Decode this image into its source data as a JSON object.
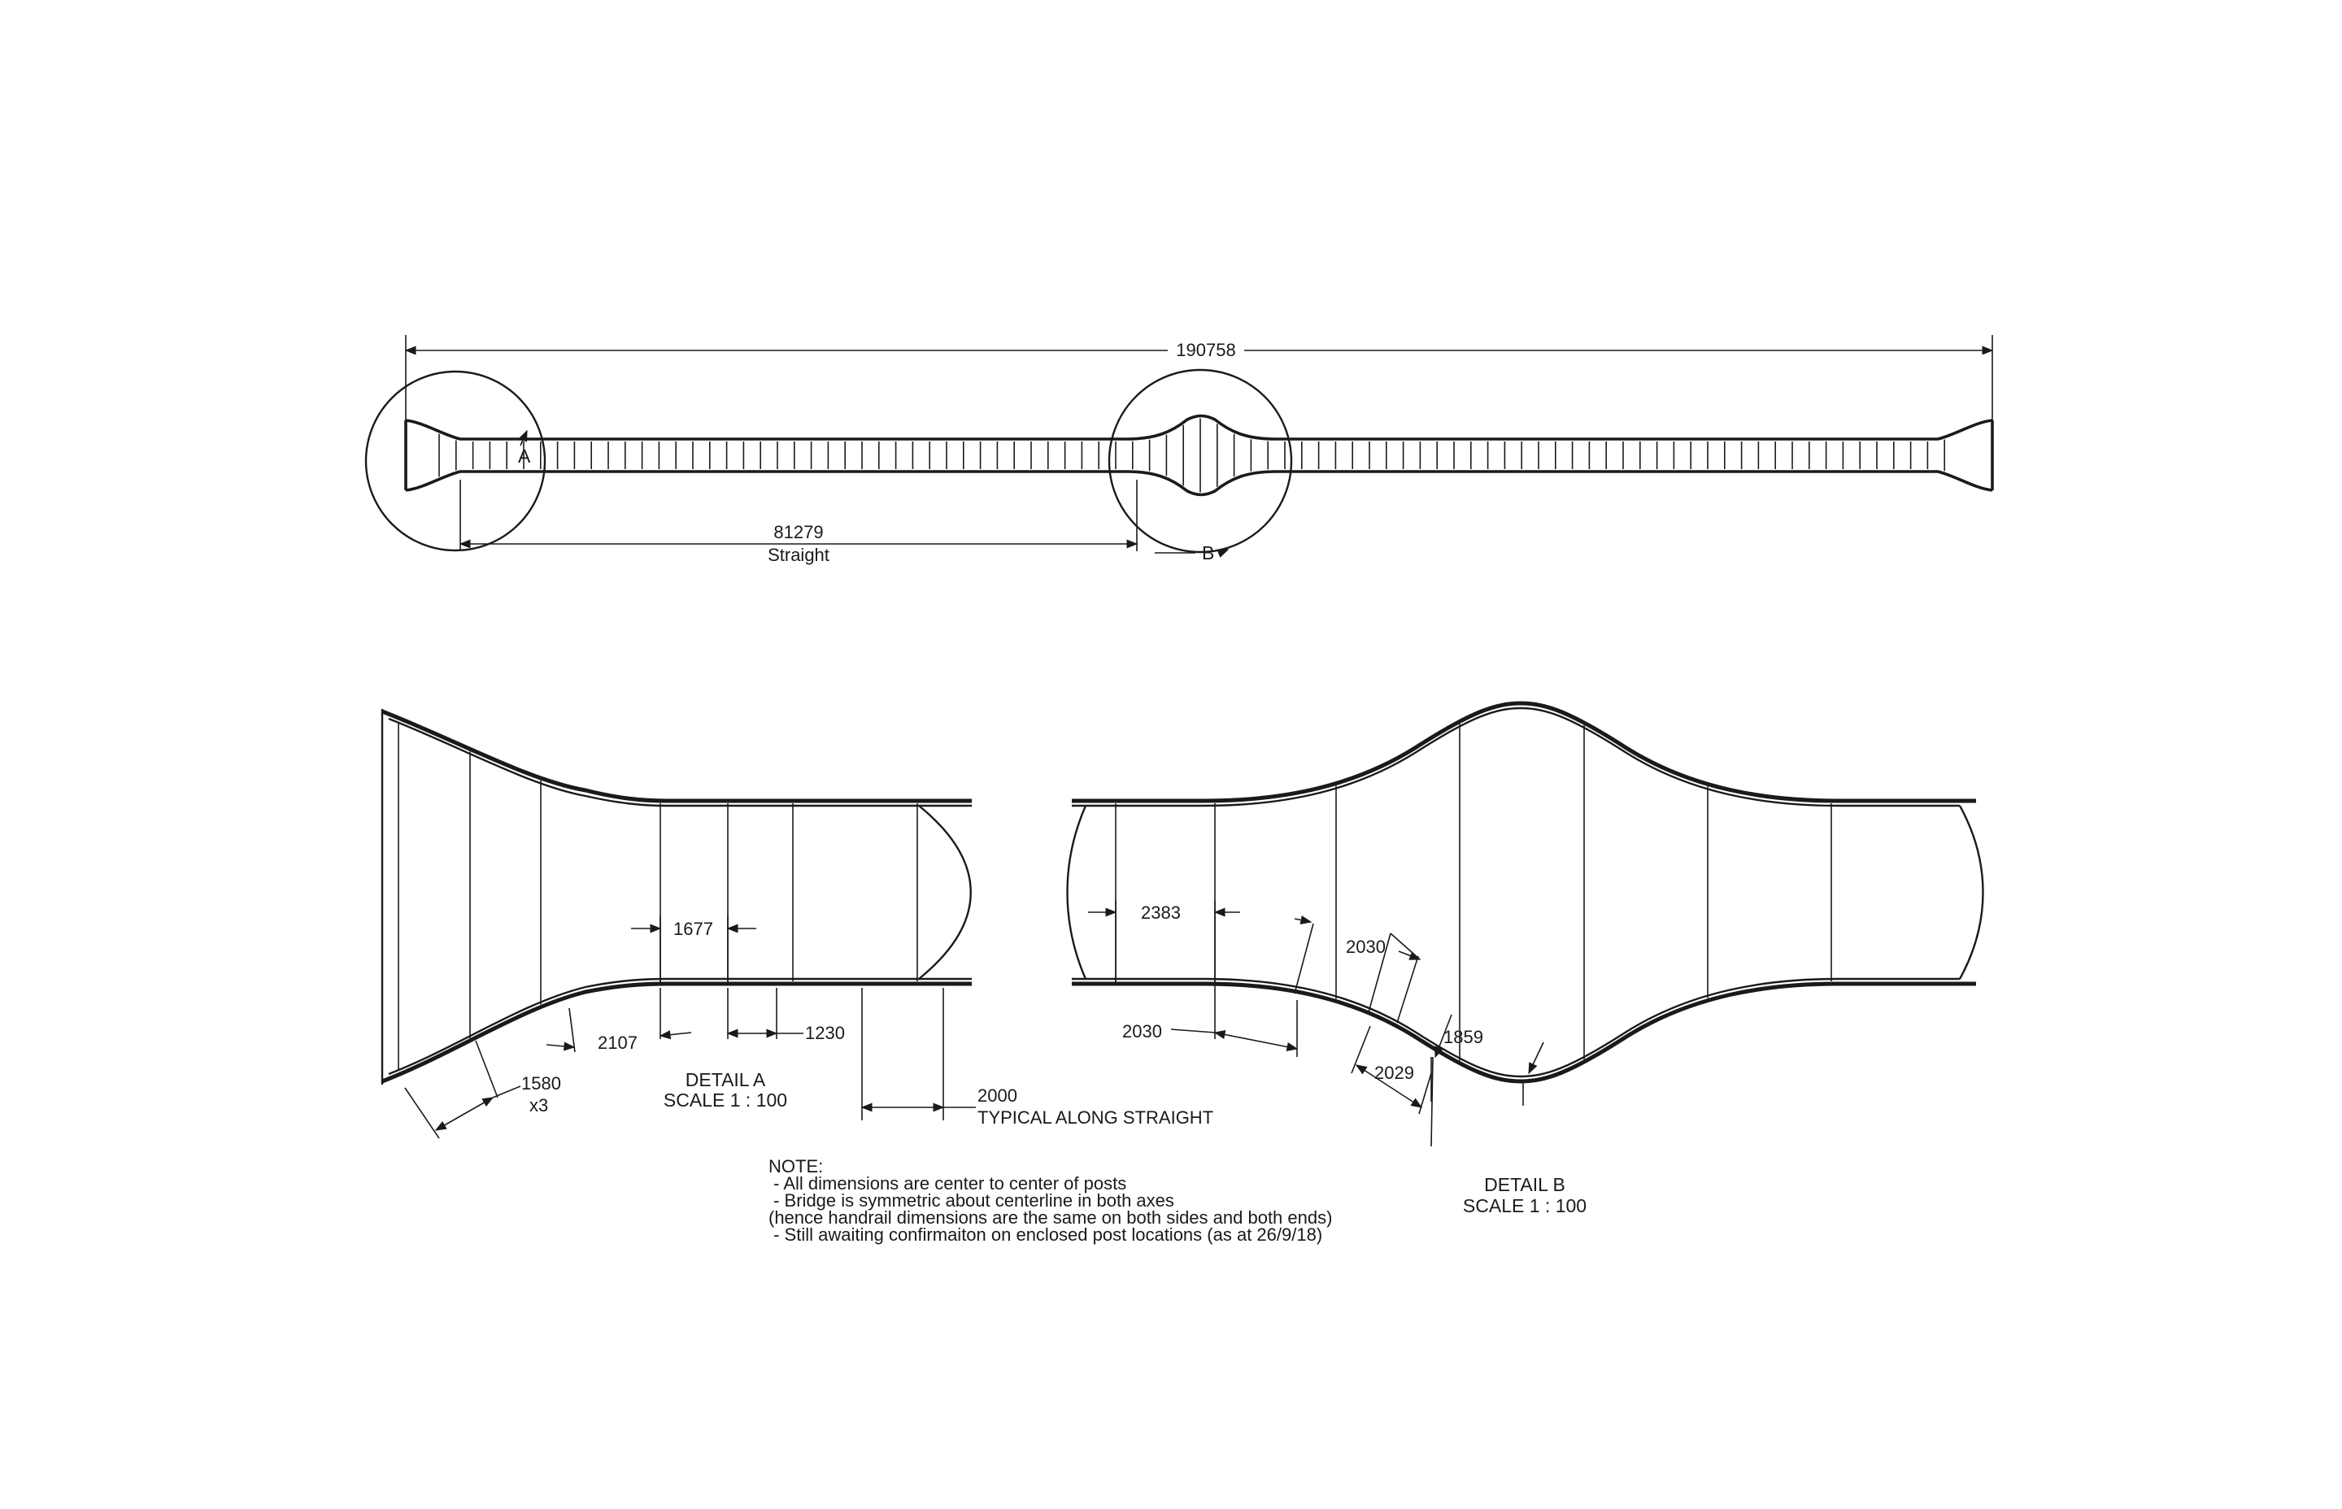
{
  "overall_view": {
    "overall_length": "190758",
    "straight_length": "81279",
    "straight_label": "Straight",
    "detail_a_marker": "A",
    "detail_b_marker": "B"
  },
  "detail_a": {
    "title": "DETAIL A",
    "scale": "SCALE 1 : 100",
    "dims": {
      "d1677": "1677",
      "d2107": "2107",
      "d1230": "1230",
      "d1580": "1580",
      "x3": "x3",
      "d2000": "2000",
      "typical": "TYPICAL ALONG STRAIGHT"
    }
  },
  "detail_b": {
    "title": "DETAIL B",
    "scale": "SCALE 1 : 100",
    "dims": {
      "d2383": "2383",
      "d2030_top": "2030",
      "d2030_bottom": "2030",
      "d2029": "2029",
      "d1859": "1859"
    }
  },
  "notes": {
    "heading": "NOTE:",
    "lines": [
      " - All dimensions are center to center of posts",
      " - Bridge is symmetric about centerline in both axes",
      "(hence handrail dimensions are the same on both sides and both ends)",
      " - Still awaiting confirmaiton on enclosed post locations (as at 26/9/18)"
    ]
  }
}
